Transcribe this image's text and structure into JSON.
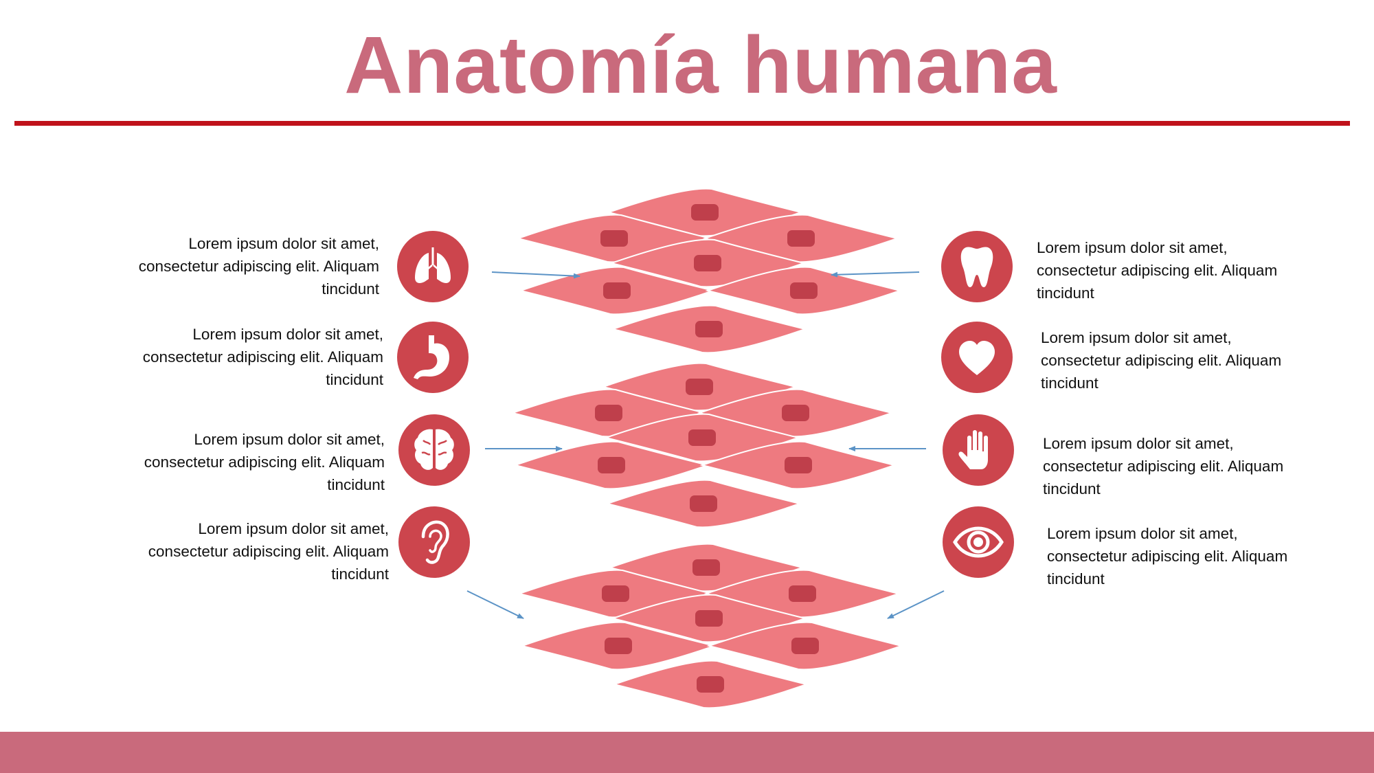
{
  "title": "Anatomía humana",
  "colors": {
    "title": "#c96a7c",
    "rule": "#c0121b",
    "footer": "#c96a7c",
    "icon_bg": "#cc454d",
    "cell_fill": "#ee7a80",
    "cell_nucleus": "#bf3f4b",
    "arrow": "#5b93c6"
  },
  "left_items": [
    {
      "icon": "lungs-icon",
      "line1": "Lorem ipsum dolor sit amet,",
      "line2": "consectetur adipiscing elit. Aliquam",
      "line3": "tincidunt"
    },
    {
      "icon": "stomach-icon",
      "line1": "Lorem ipsum dolor sit amet,",
      "line2": "consectetur adipiscing elit. Aliquam",
      "line3": "tincidunt"
    },
    {
      "icon": "brain-icon",
      "line1": "Lorem ipsum dolor sit amet,",
      "line2": "consectetur adipiscing elit. Aliquam",
      "line3": "tincidunt"
    },
    {
      "icon": "ear-icon",
      "line1": "Lorem ipsum dolor sit amet,",
      "line2": "consectetur adipiscing elit. Aliquam",
      "line3": "tincidunt"
    }
  ],
  "right_items": [
    {
      "icon": "tooth-icon",
      "line1": "Lorem ipsum dolor sit amet,",
      "line2": "consectetur adipiscing elit. Aliquam",
      "line3": "tincidunt"
    },
    {
      "icon": "heart-icon",
      "line1": "Lorem ipsum dolor sit amet,",
      "line2": "consectetur adipiscing elit. Aliquam",
      "line3": "tincidunt"
    },
    {
      "icon": "hand-icon",
      "line1": "Lorem ipsum dolor sit amet,",
      "line2": "consectetur adipiscing elit. Aliquam",
      "line3": "tincidunt"
    },
    {
      "icon": "eye-icon",
      "line1": "Lorem ipsum dolor sit amet,",
      "line2": "consectetur adipiscing elit. Aliquam",
      "line3": "tincidunt"
    }
  ]
}
